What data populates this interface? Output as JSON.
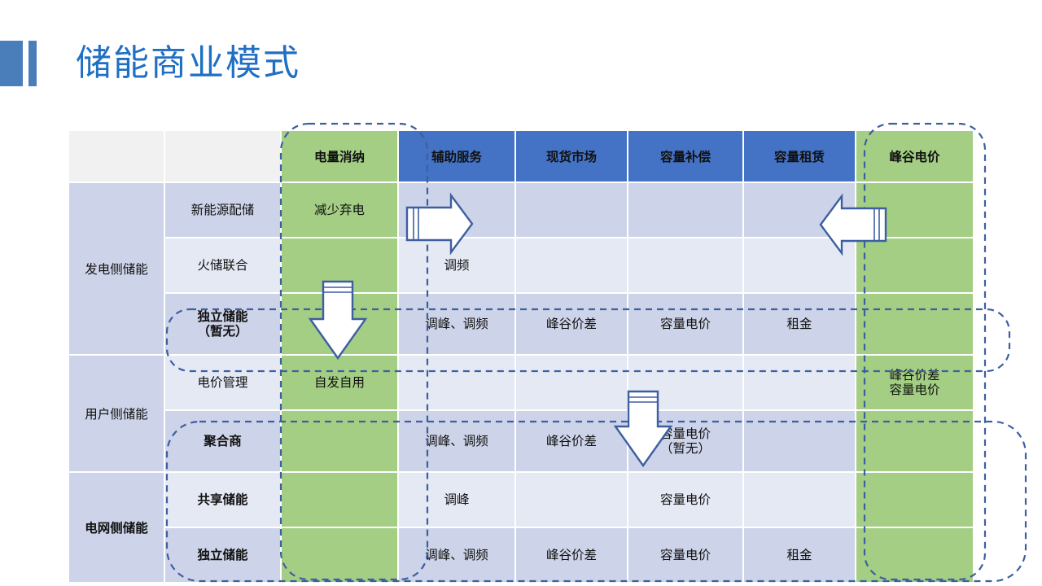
{
  "slide": {
    "title": "储能商业模式",
    "accent_color": "#4A7EBB",
    "title_color": "#1F6FC4"
  },
  "colors": {
    "header_blue": "#4472C4",
    "header_green": "#A3CE84",
    "row_dark": "#CDD3E8",
    "row_light": "#E5E9F4",
    "blank_header": "#F1F1F1",
    "dashed_outline": "#3D5FA0",
    "arrow_fill": "#FFFFFF",
    "arrow_stroke": "#3D5FA0"
  },
  "table": {
    "columns": [
      {
        "key": "group",
        "label": "",
        "style": "blank"
      },
      {
        "key": "subgroup",
        "label": "",
        "style": "blank"
      },
      {
        "key": "c1",
        "label": "电量消纳",
        "style": "green"
      },
      {
        "key": "c2",
        "label": "辅助服务",
        "style": "blue"
      },
      {
        "key": "c3",
        "label": "现货市场",
        "style": "blue"
      },
      {
        "key": "c4",
        "label": "容量补偿",
        "style": "blue"
      },
      {
        "key": "c5",
        "label": "容量租赁",
        "style": "blue"
      },
      {
        "key": "c6",
        "label": "峰谷电价",
        "style": "green"
      }
    ],
    "groups": [
      {
        "label": "发电侧储能",
        "bold": false,
        "rowspan": 3
      },
      {
        "label": "用户侧储能",
        "bold": false,
        "rowspan": 2
      },
      {
        "label": "电网侧储能",
        "bold": true,
        "rowspan": 2
      }
    ],
    "rows": [
      {
        "subgroup": "新能源配储",
        "sub_bold": false,
        "band": "dark",
        "cells": [
          "减少弃电",
          "",
          "",
          "",
          "",
          ""
        ]
      },
      {
        "subgroup": "火储联合",
        "sub_bold": false,
        "band": "light",
        "cells": [
          "",
          "调频",
          "",
          "",
          "",
          ""
        ]
      },
      {
        "subgroup": "独立储能\n（暂无）",
        "sub_bold": true,
        "band": "dark",
        "cells": [
          "",
          "调峰、调频",
          "峰谷价差",
          "容量电价",
          "租金",
          ""
        ]
      },
      {
        "subgroup": "电价管理",
        "sub_bold": false,
        "band": "light",
        "cells": [
          "自发自用",
          "",
          "",
          "",
          "",
          "峰谷价差\n容量电价"
        ]
      },
      {
        "subgroup": "聚合商",
        "sub_bold": true,
        "band": "dark",
        "cells": [
          "",
          "调峰、调频",
          "峰谷价差",
          "容量电价\n（暂无）",
          "",
          ""
        ]
      },
      {
        "subgroup": "共享储能",
        "sub_bold": true,
        "band": "light",
        "cells": [
          "",
          "调峰",
          "",
          "容量电价",
          "",
          ""
        ]
      },
      {
        "subgroup": "独立储能",
        "sub_bold": true,
        "band": "dark",
        "cells": [
          "",
          "调峰、调频",
          "峰谷价差",
          "容量电价",
          "租金",
          ""
        ]
      }
    ]
  },
  "annotations": {
    "highlight_boxes": [
      {
        "name": "column-highlight-dianliangxiaona",
        "shape": "dashed-rounded-rect"
      },
      {
        "name": "column-highlight-fenggudianjia",
        "shape": "dashed-rounded-rect"
      },
      {
        "name": "row-highlight-dulichuneng-zanwu",
        "shape": "dashed-rounded-rect"
      },
      {
        "name": "row-highlight-gridside-group",
        "shape": "dashed-rounded-rect"
      }
    ],
    "arrows": [
      {
        "name": "arrow-right-xinnengyuan",
        "direction": "right"
      },
      {
        "name": "arrow-down-dianliang",
        "direction": "down"
      },
      {
        "name": "arrow-down-rongliang",
        "direction": "down"
      },
      {
        "name": "arrow-left-fenggu",
        "direction": "left"
      }
    ]
  }
}
